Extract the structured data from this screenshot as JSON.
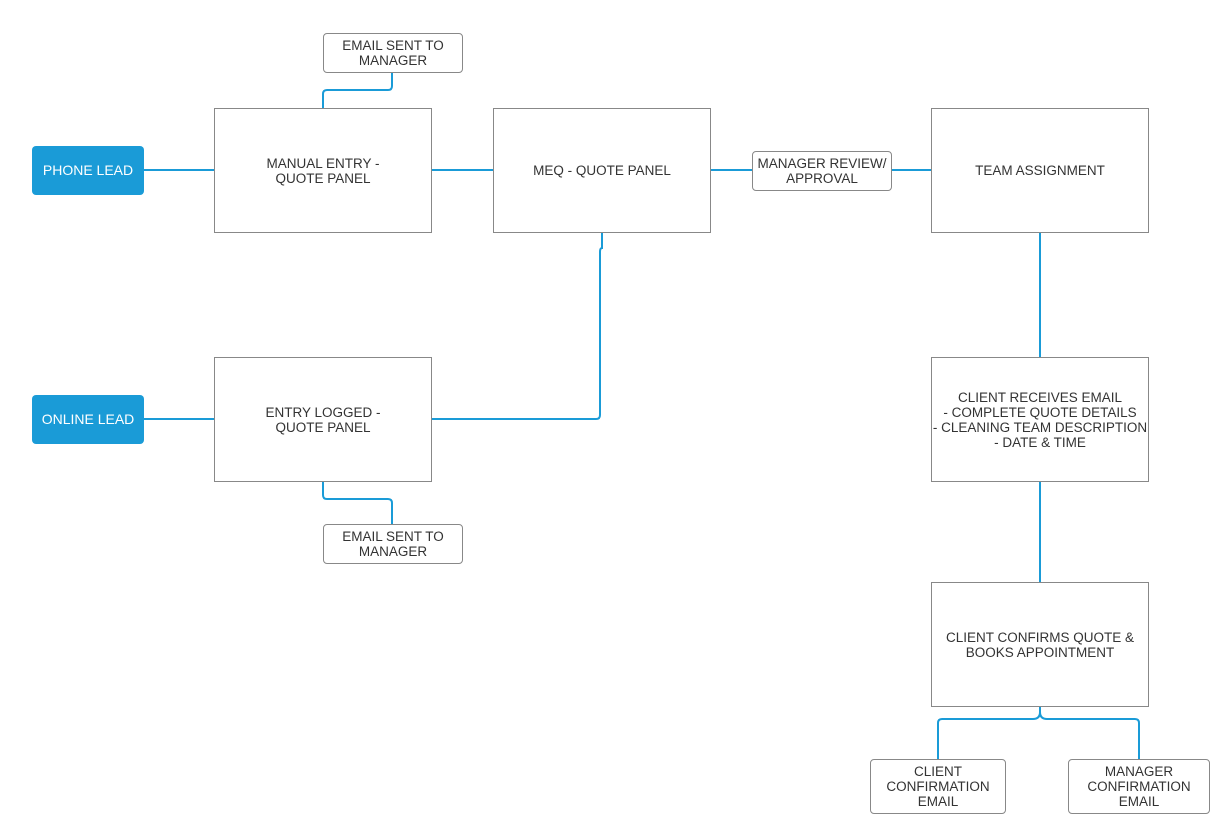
{
  "colors": {
    "accent": "#1a9bd7",
    "box_border": "#888888",
    "text": "#333333"
  },
  "nodes": {
    "phone_lead": "PHONE LEAD",
    "online_lead": "ONLINE LEAD",
    "manual_entry": "MANUAL ENTRY -\nQUOTE PANEL",
    "entry_logged": "ENTRY LOGGED -\nQUOTE PANEL",
    "email_manager_top": "EMAIL SENT TO\nMANAGER",
    "email_manager_bottom": "EMAIL SENT TO\nMANAGER",
    "meq_panel": "MEQ - QUOTE PANEL",
    "manager_review": "MANAGER REVIEW/\nAPPROVAL",
    "team_assignment": "TEAM ASSIGNMENT",
    "client_receives": "CLIENT RECEIVES EMAIL\n- COMPLETE QUOTE DETAILS\n- CLEANING TEAM DESCRIPTION\n- DATE & TIME",
    "client_confirms": "CLIENT CONFIRMS QUOTE &\nBOOKS APPOINTMENT",
    "client_confirmation": "CLIENT\nCONFIRMATION\nEMAIL",
    "manager_confirmation": "MANAGER\nCONFIRMATION\nEMAIL"
  }
}
